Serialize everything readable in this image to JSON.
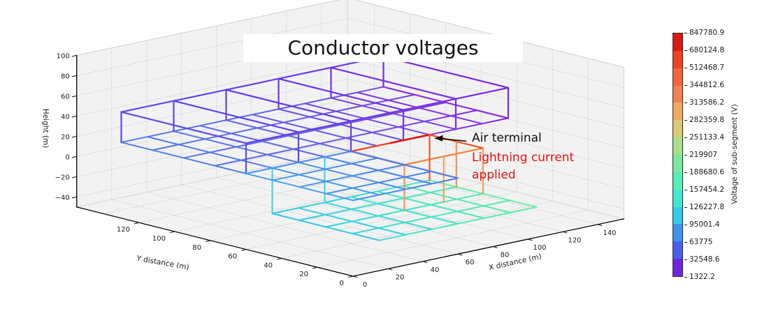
{
  "title": "Conductor voltages",
  "annotations": {
    "air_terminal": "Air terminal",
    "lightning_line1": "Lightning current",
    "lightning_line2": "applied",
    "lightning_color": "#dd1414",
    "arrow_color": "#000000"
  },
  "axes": {
    "x": {
      "label": "X distance (m)",
      "ticks": [
        "0",
        "20",
        "40",
        "60",
        "80",
        "100",
        "120",
        "140"
      ],
      "tick_values": [
        0,
        20,
        40,
        60,
        80,
        100,
        120,
        140
      ]
    },
    "y": {
      "label": "Y distance (m)",
      "ticks": [
        "0",
        "20",
        "40",
        "60",
        "80",
        "100",
        "120"
      ],
      "tick_values": [
        0,
        20,
        40,
        60,
        80,
        100,
        120
      ]
    },
    "z": {
      "label": "Height (m)",
      "ticks": [
        "−40",
        "−20",
        "0",
        "20",
        "40",
        "60",
        "80",
        "100"
      ],
      "tick_values": [
        -40,
        -20,
        0,
        20,
        40,
        60,
        80,
        100
      ]
    }
  },
  "colorbar": {
    "label": "Voltage of sub-segment (V)",
    "tick_labels": [
      "847780.9",
      "680124.8",
      "512468.7",
      "344812.6",
      "313586.2",
      "282359.8",
      "251133.4",
      "219907",
      "188680.6",
      "157454.2",
      "126227.8",
      "95001.4",
      "63775",
      "32548.6",
      "1322.2"
    ],
    "segment_colors": [
      "#da1a12",
      "#ed4320",
      "#f1653a",
      "#f28250",
      "#eeab5e",
      "#d9cb74",
      "#a9df8d",
      "#7ce8a0",
      "#57ecb9",
      "#42e7d1",
      "#37cbe9",
      "#3d95ea",
      "#4a60e7",
      "#6f25dc"
    ]
  },
  "chart_data": {
    "type": "3d-wireframe",
    "title": "Conductor voltages",
    "xlabel": "X distance (m)",
    "ylabel": "Y distance (m)",
    "zlabel": "Height (m)",
    "colorbar_label": "Voltage of sub-segment (V)",
    "xlim": [
      0,
      155
    ],
    "ylim": [
      0,
      155
    ],
    "zlim": [
      -50,
      100
    ],
    "grid_step": 20,
    "voltage_range_V": [
      1322.2,
      847780.9
    ],
    "structure": {
      "low_roof_grid": {
        "z": -20,
        "x": [
          15,
          105
        ],
        "y": [
          0,
          60
        ],
        "step": 15,
        "colors": [
          "#2fc6e8",
          "#40e2cc",
          "#66eda2"
        ]
      },
      "mid_roof_grid": {
        "z": 25,
        "x": [
          0,
          150
        ],
        "y": [
          60,
          130
        ],
        "step_x": 15,
        "step_y": 17.5,
        "colors": [
          "#4a82e8",
          "#665ce8",
          "#8a24e0"
        ]
      },
      "front_left_grid": {
        "z": 25,
        "x": [
          0,
          60
        ],
        "y": [
          0,
          60
        ],
        "step": 15,
        "colors": [
          "#45a2e8",
          "#4a7ce8"
        ]
      },
      "top_frame": {
        "z_base": 25,
        "z_top": 55,
        "x": [
          0,
          150
        ],
        "y": [
          60,
          130
        ],
        "post_step": 30,
        "colors": [
          "#5b49e8",
          "#7a28e0"
        ]
      },
      "tower": {
        "x": [
          60,
          105
        ],
        "y": [
          30,
          60
        ],
        "z_top": 25,
        "z_bottom": -20,
        "color": "#f1742e",
        "hot_color": "#e31212"
      },
      "interlevel_posts": {
        "x": [
          15,
          45
        ],
        "y": 60,
        "z": [
          -20,
          25
        ],
        "color": "#35d2e2"
      },
      "air_terminal_xyz": [
        105,
        60,
        25
      ]
    }
  }
}
